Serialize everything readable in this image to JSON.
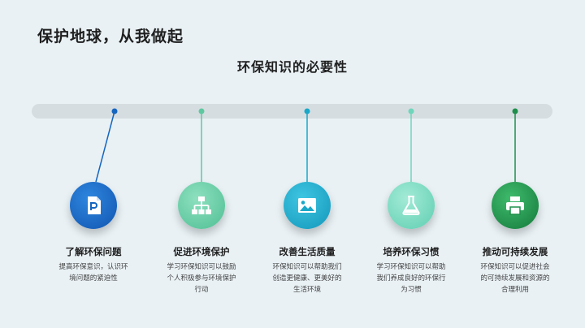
{
  "slide": {
    "title": "保护地球，从我做起",
    "subtitle": "环保知识的必要性"
  },
  "steps": [
    {
      "title": "了解环保问题",
      "desc": "提高环保意识，认识环境问题的紧迫性",
      "icon": "document-icon",
      "color": "#1565c0"
    },
    {
      "title": "促进环境保护",
      "desc": "学习环保知识可以鼓励个人积极参与环境保护行动",
      "icon": "org-chart-icon",
      "color": "#5ec9a0"
    },
    {
      "title": "改善生活质量",
      "desc": "环保知识可以帮助我们创造更健康、更美好的生活环境",
      "icon": "image-icon",
      "color": "#19a8c8"
    },
    {
      "title": "培养环保习惯",
      "desc": "学习环保知识可以帮助我们养成良好的环保行为习惯",
      "icon": "flask-icon",
      "color": "#6fd6bb"
    },
    {
      "title": "推动可持续发展",
      "desc": "环保知识可以促进社会的可持续发展和资源的合理利用",
      "icon": "printer-icon",
      "color": "#1e8f4a"
    }
  ]
}
